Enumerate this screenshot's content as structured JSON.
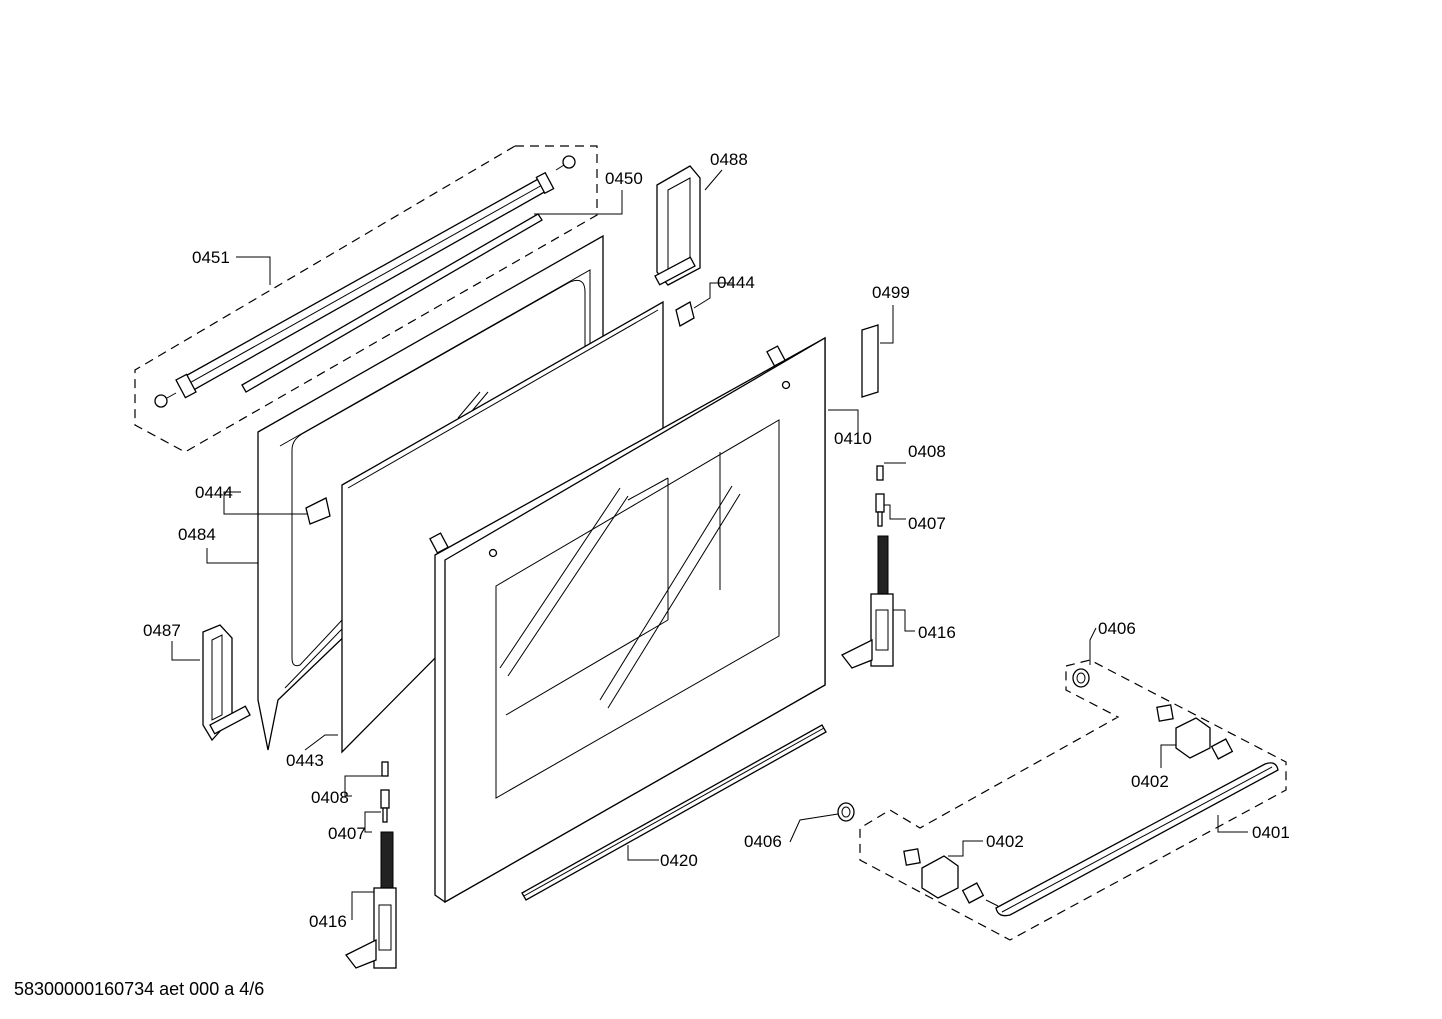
{
  "labels": {
    "p0451": "0451",
    "p0450": "0450",
    "p0488": "0488",
    "p0444a": "0444",
    "p0499": "0499",
    "p0410": "0410",
    "p0408a": "0408",
    "p0407a": "0407",
    "p0444b": "0444",
    "p0484": "0484",
    "p0416a": "0416",
    "p0487": "0487",
    "p0406a": "0406",
    "p0402a": "0402",
    "p0443": "0443",
    "p0408b": "0408",
    "p0407b": "0407",
    "p0406b": "0406",
    "p0402b": "0402",
    "p0401": "0401",
    "p0420": "0420",
    "p0416b": "0416"
  },
  "footer": "58300000160734 aet 000 a 4/6"
}
